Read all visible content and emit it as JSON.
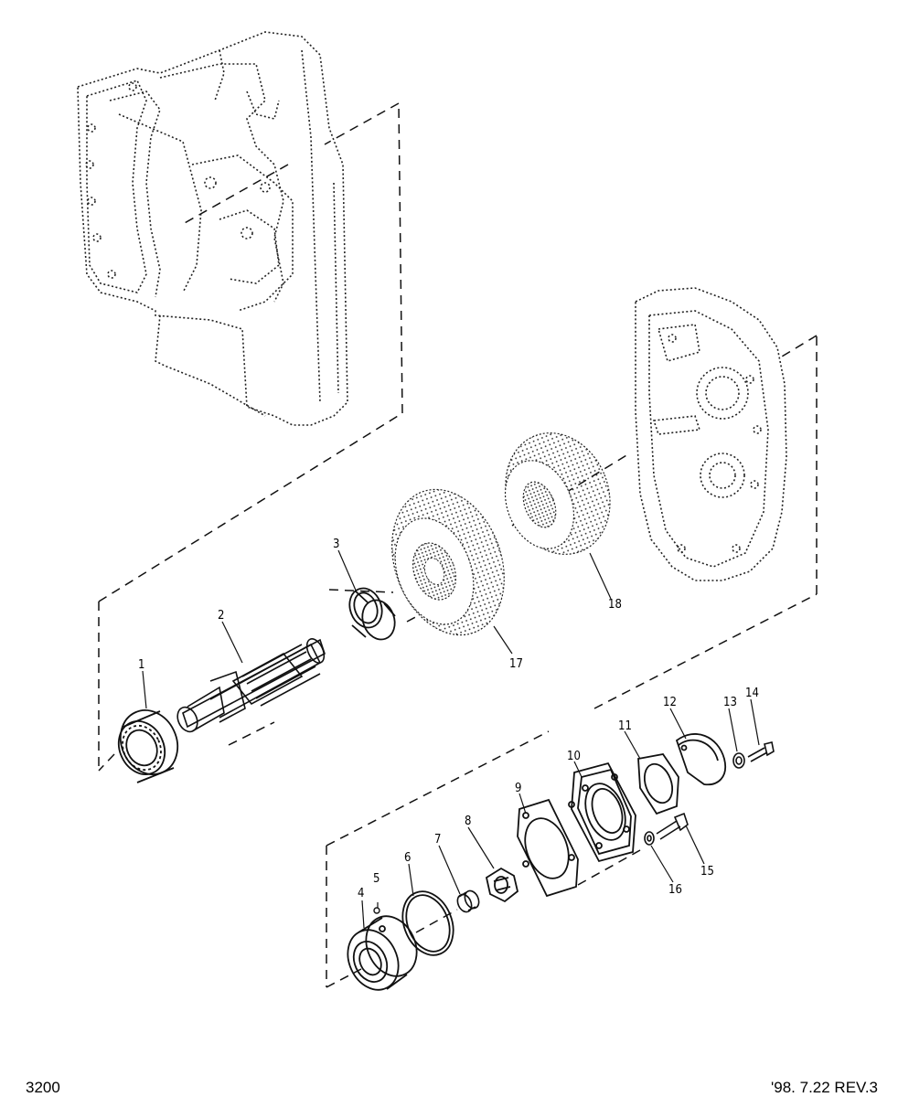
{
  "figure_number": "3200",
  "revision": "'98. 7.22 REV.3",
  "callouts": [
    "1",
    "2",
    "3",
    "4",
    "5",
    "6",
    "7",
    "8",
    "9",
    "10",
    "11",
    "12",
    "13",
    "14",
    "15",
    "16",
    "17",
    "18"
  ]
}
